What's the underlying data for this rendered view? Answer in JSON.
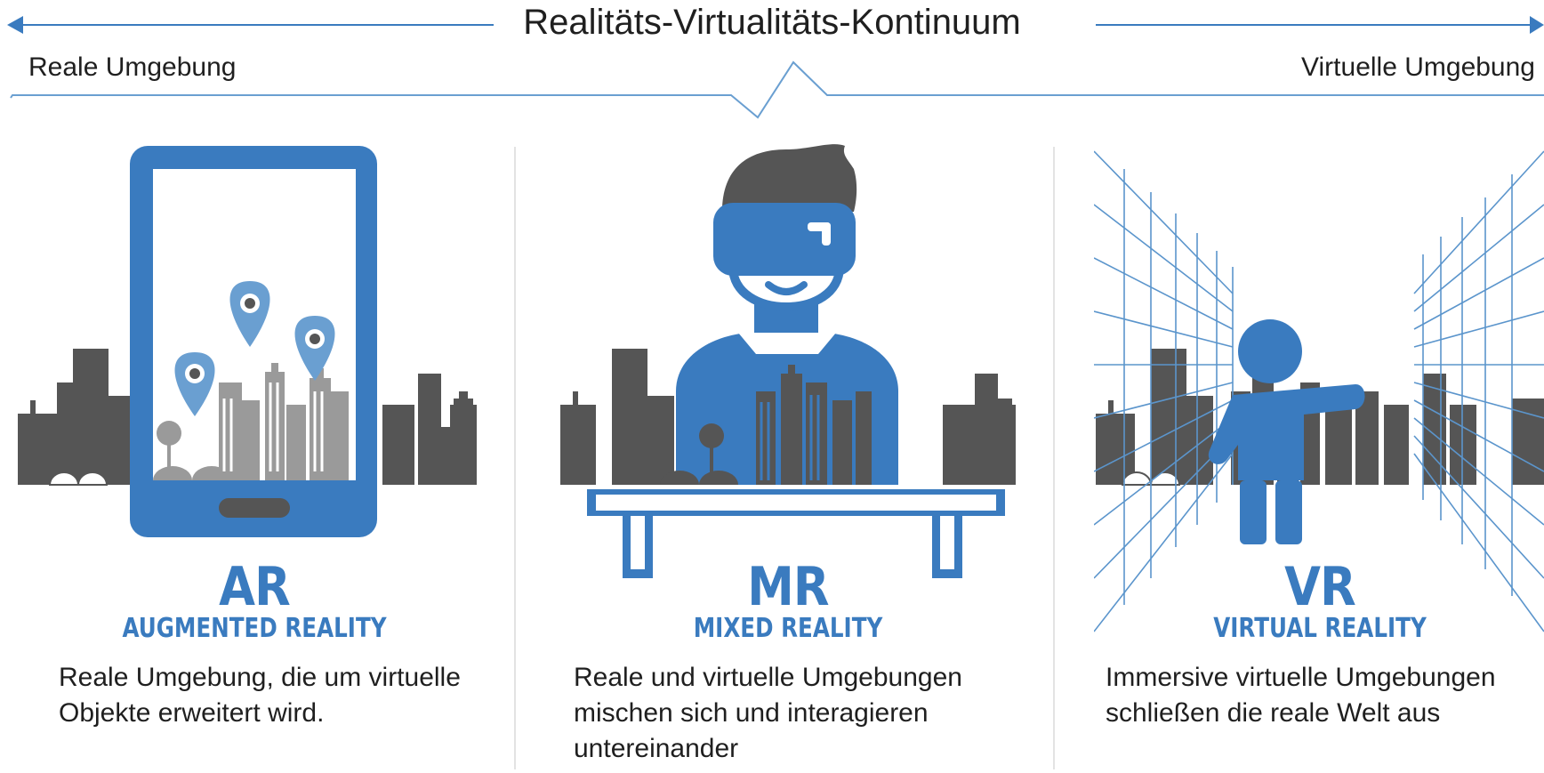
{
  "header": {
    "title": "Realitäts-Virtualitäts-Kontinuum",
    "left_label": "Reale Umgebung",
    "right_label": "Virtuelle Umgebung"
  },
  "colors": {
    "accent_blue": "#3a7bbf",
    "light_blue": "#6a9fd1",
    "dark_gray": "#555555",
    "light_gray": "#9a9a9a"
  },
  "panels": [
    {
      "abbr": "AR",
      "full": "AUGMENTED REALITY",
      "description": "Reale Umgebung, die um virtuelle Objekte erweitert wird.",
      "icons": [
        "smartphone-icon",
        "location-pin-icon",
        "city-skyline-icon"
      ]
    },
    {
      "abbr": "MR",
      "full": "MIXED REALITY",
      "description": "Reale und virtuelle Umgebungen mischen sich und interagieren untereinander",
      "icons": [
        "vr-headset-person-icon",
        "city-skyline-icon",
        "table-icon"
      ]
    },
    {
      "abbr": "VR",
      "full": "VIRTUAL REALITY",
      "description": "Immersive virtuelle Umgebungen schließen die reale Welt aus",
      "icons": [
        "pointing-person-icon",
        "city-skyline-icon",
        "perspective-grid-icon"
      ]
    }
  ]
}
